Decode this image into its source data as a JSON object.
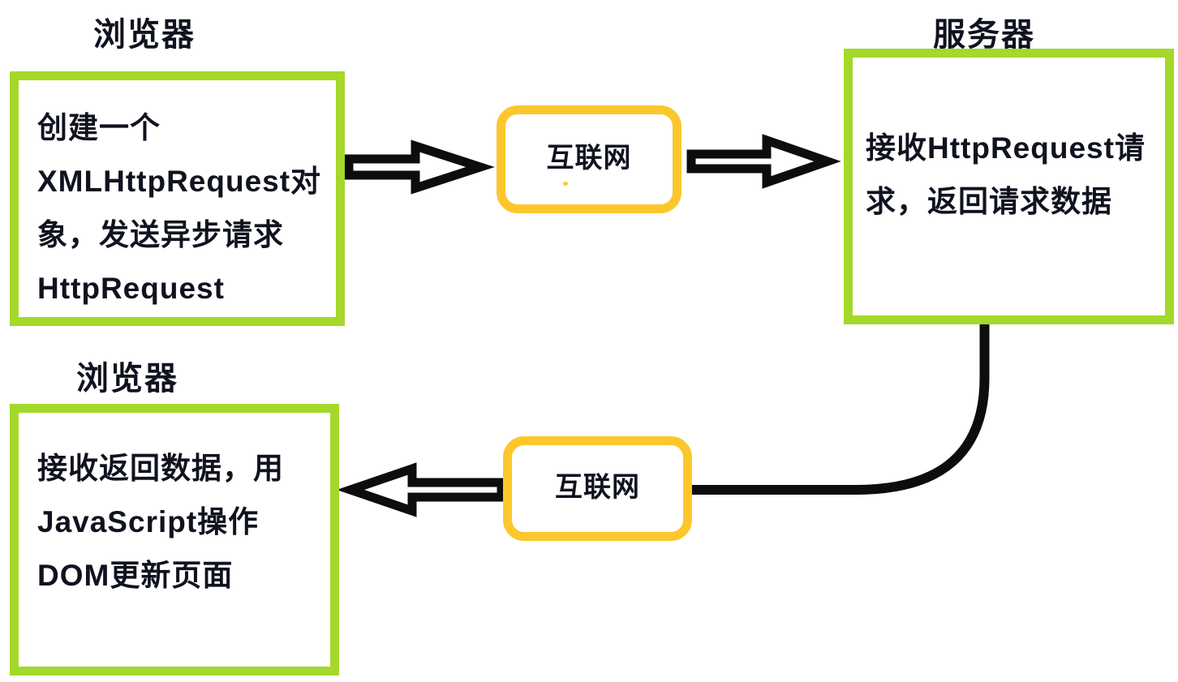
{
  "diagram": {
    "title_labels": {
      "browser_top": "浏览器",
      "server": "服务器",
      "browser_bottom": "浏览器"
    },
    "boxes": {
      "browser_request": {
        "lines": [
          "创建一个",
          "XMLHttpRequest对",
          "象，发送异步请求",
          "HttpRequest"
        ]
      },
      "server": {
        "lines": [
          "接收HttpRequest请",
          "求，返回请求数据"
        ]
      },
      "browser_response": {
        "lines": [
          "接收返回数据，用",
          "JavaScript操作",
          "DOM更新页面"
        ]
      },
      "internet_top": {
        "label": "互联网"
      },
      "internet_bottom": {
        "label": "互联网"
      }
    },
    "colors": {
      "box_border_green": "#a4d82a",
      "internet_border_orange": "#fcc72c",
      "connector_black": "#0d0d0d",
      "arrow_fill_white": "#ffffff",
      "text": "#10131f"
    }
  }
}
